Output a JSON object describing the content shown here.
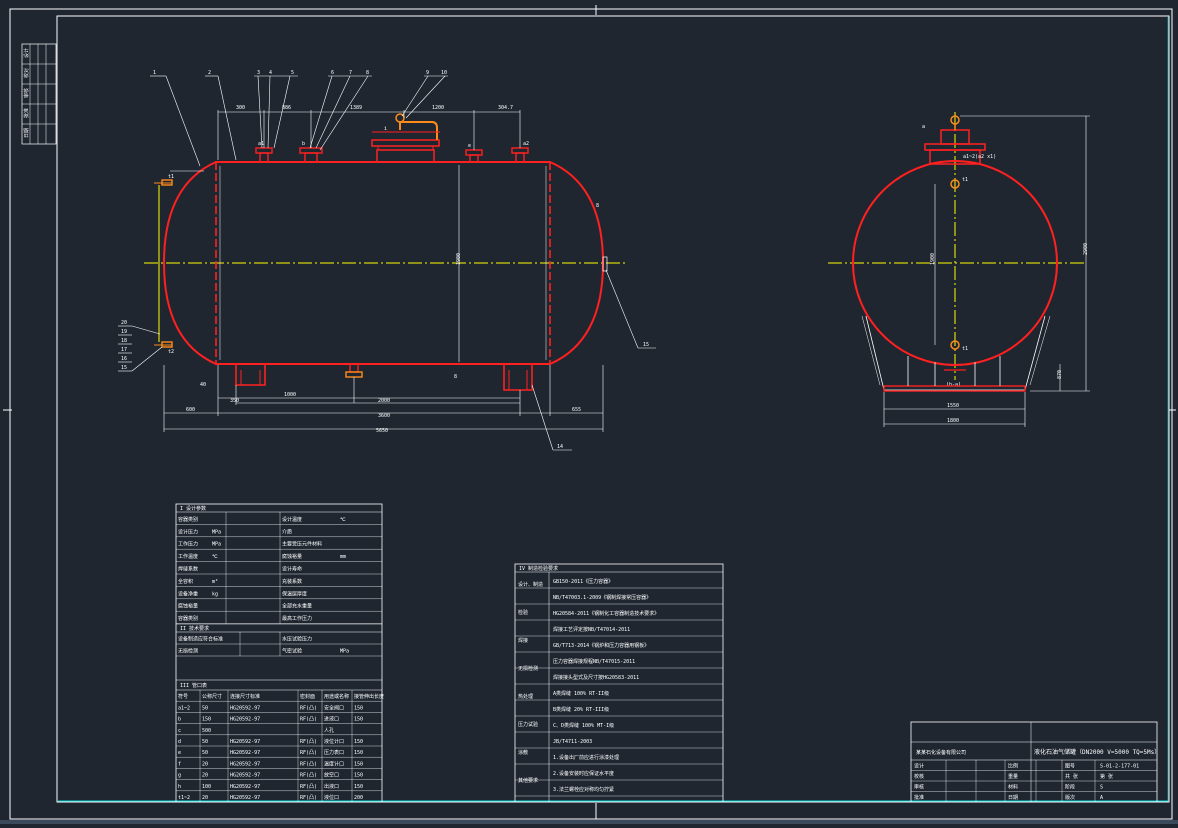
{
  "colors": {
    "background": "#1f2630",
    "vessel": "#ff2020",
    "centerline": "#ffff00",
    "dimension": "#ffffff",
    "nozzle": "#ff8c1a",
    "border_cyan": "#00d8d8"
  },
  "leaders": {
    "top": [
      "1",
      "2",
      "3",
      "4",
      "5",
      "6",
      "7",
      "8",
      "9",
      "10"
    ],
    "left": [
      "20",
      "19",
      "18",
      "17",
      "16",
      "15"
    ],
    "right_label": "15",
    "bottom_label": "14",
    "nozzles_top": [
      "a1",
      "b",
      "i",
      "e",
      "a2"
    ],
    "nozzle_left": [
      "t1",
      "t2"
    ],
    "nozzle_end": [
      "t1",
      "t1"
    ],
    "end_top": "a",
    "end_pipe_note": "a1~2(a2 x1)",
    "end_bottom_note": "(h-a)"
  },
  "dimensions": {
    "top": [
      "300",
      "886",
      "1389",
      "1200",
      "304.7"
    ],
    "bottom_1": [
      "600",
      "2000",
      "655"
    ],
    "bottom_2": [
      "350",
      "1000",
      "3600"
    ],
    "bottom_3": "5650",
    "small": "40",
    "wall": "8",
    "height": "1900",
    "end_width": "1800",
    "end_width_2": "1550",
    "end_height": "2900",
    "end_leg": "870"
  },
  "title_block_left": {
    "heading": "I 设计参数",
    "rows": [
      [
        "容器类别",
        "",
        "",
        "设计温度",
        "℃"
      ],
      [
        "设计压力",
        "MPa",
        "",
        "介质",
        ""
      ],
      [
        "工作压力",
        "MPa",
        "",
        "主要受压元件材料",
        ""
      ],
      [
        "工作温度",
        "℃",
        "",
        "腐蚀裕量",
        "mm"
      ],
      [
        "焊缝系数",
        "",
        "",
        "设计寿命",
        ""
      ],
      [
        "全容积",
        "m³",
        "",
        "充装系数",
        ""
      ],
      [
        "设备净重",
        "kg",
        "",
        "保温层厚度",
        ""
      ],
      [
        "腐蚀裕量",
        "",
        "",
        "全部充水重量",
        ""
      ],
      [
        "容器类别",
        "",
        "",
        "最高工作压力",
        ""
      ]
    ],
    "spec_heading": "II 技术要求",
    "spec_rows": [
      [
        "设备制造应符合标准",
        "",
        "",
        "水压试验压力",
        ""
      ],
      [
        "无损检测",
        "",
        "",
        "气密试验",
        "MPa"
      ]
    ],
    "nozzle_heading": "III 管口表",
    "nozzle_cols": [
      "符号",
      "公称尺寸",
      "连接尺寸标准",
      "密封面",
      "用途或名称",
      "接管伸出长度"
    ],
    "nozzle_rows": [
      [
        "a1~2",
        "50",
        "HG20592-97",
        "RF(凸)",
        "安全阀口",
        "150"
      ],
      [
        "b",
        "150",
        "HG20592-97",
        "RF(凸)",
        "进液口",
        "150"
      ],
      [
        "c",
        "500",
        "",
        "",
        "人孔",
        ""
      ],
      [
        "d",
        "50",
        "HG20592-97",
        "RF(凸)",
        "液位计口",
        "150"
      ],
      [
        "e",
        "50",
        "HG20592-97",
        "RF(凸)",
        "压力表口",
        "150"
      ],
      [
        "f",
        "20",
        "HG20592-97",
        "RF(凸)",
        "温度计口",
        "150"
      ],
      [
        "g",
        "20",
        "HG20592-97",
        "RF(凸)",
        "放空口",
        "150"
      ],
      [
        "h",
        "100",
        "HG20592-97",
        "RF(凸)",
        "出液口",
        "150"
      ],
      [
        "t1~2",
        "20",
        "HG20592-97",
        "RF(凸)",
        "液位口",
        "200"
      ]
    ]
  },
  "title_block_middle": {
    "heading": "IV 制造检验要求",
    "rows": [
      "GB150-2011《压力容器》",
      "NB/T47003.1-2009《钢制焊接常压容器》",
      "HG20584-2011《钢制化工容器制造技术要求》",
      "焊接工艺评定按NB/T47014-2011",
      "GB/T713-2014《锅炉和压力容器用钢板》",
      "压力容器焊接规程NB/T47015-2011",
      "焊接接头型式及尺寸按HG20583-2011",
      "A类焊缝 100% RT-II级",
      "B类焊缝 20% RT-III级",
      "C、D类焊缝 100% MT-I级",
      "JB/T4711-2003",
      "1.设备出厂前应进行涂漆处理",
      "2.设备安装时应保证水平度",
      "3.法兰螺栓应对称均匀拧紧"
    ],
    "labels": [
      "设计、制造",
      "检验",
      "焊接",
      "无损检测",
      "热处理",
      "压力试验",
      "涂敷",
      "其他要求"
    ]
  },
  "title_block_right": {
    "title": "液化石油气储罐（DN2000 V=5000 TQ=5Ms）",
    "rows": [
      [
        "设计",
        "",
        "",
        "比例",
        "",
        "图号",
        "S-01-2-177-01"
      ],
      [
        "校核",
        "",
        "",
        "重量",
        "",
        "共 张",
        "第 张"
      ],
      [
        "审核",
        "",
        "",
        "材料",
        "",
        "阶段",
        "S"
      ],
      [
        "批准",
        "",
        "",
        "日期",
        "",
        "版次",
        "A"
      ]
    ],
    "company": "某某石化设备有限公司"
  },
  "margin_table": {
    "rows": [
      "设计",
      "校对",
      "审核",
      "批准",
      "日期"
    ]
  }
}
